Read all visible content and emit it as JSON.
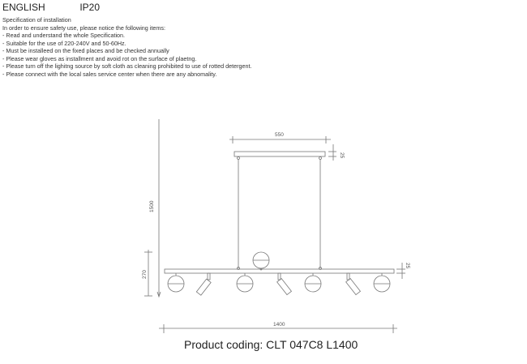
{
  "header": {
    "language": "ENGLISH",
    "ip_rating": "IP20"
  },
  "specification": {
    "title": "Specification of installation",
    "intro": "In order to ensure safety use, please notice the following items:",
    "items": [
      "- Read and understand the whole Specification.",
      "- Suitable for the use of 220-240V and 50-60Hz.",
      "- Must be installeed on the fixed places and be checked annually",
      "- Please wear gloves as installment and avoid rot on the surface of plaetng.",
      "- Please turn off the lighitng source by soft cloth as cleaning prohibited to use of rotted detergent.",
      "- Please connect with the local sales service center when there are any abnomality."
    ]
  },
  "drawing": {
    "dimensions": {
      "canopy_width": "550",
      "canopy_height": "25",
      "total_height": "1500",
      "bar_to_bottom": "270",
      "bar_height": "25",
      "total_length": "1400"
    },
    "line_color": "#777777"
  },
  "product": {
    "coding": "Product coding: CLT 047C8 L1400"
  }
}
